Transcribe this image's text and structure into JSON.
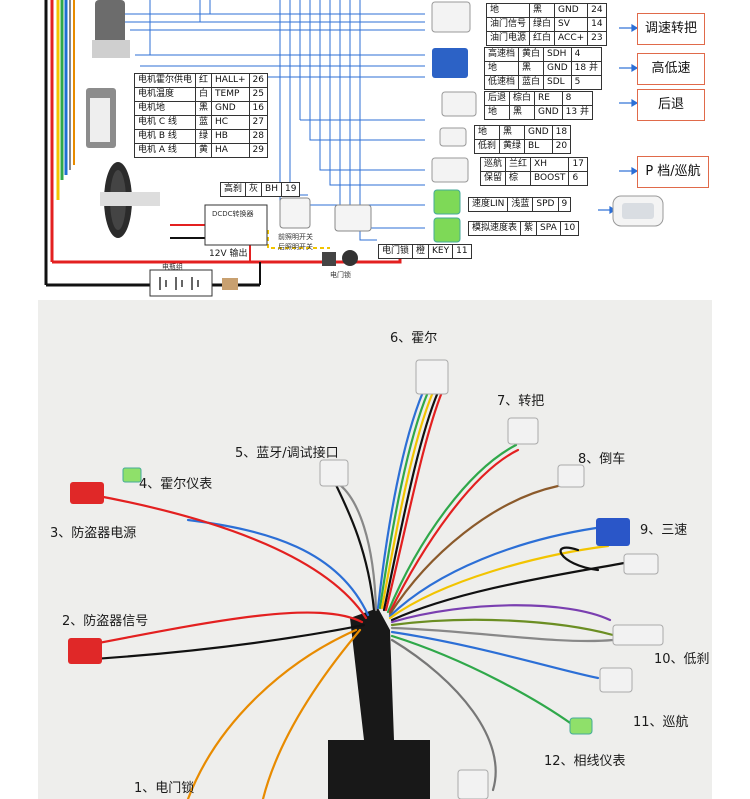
{
  "motor_table": [
    {
      "name": "电机霍尔供电",
      "color": "红",
      "signal": "HALL+",
      "pin": "26"
    },
    {
      "name": "电机温度",
      "color": "白",
      "signal": "TEMP",
      "pin": "25"
    },
    {
      "name": "电机地",
      "color": "黑",
      "signal": "GND",
      "pin": "16"
    },
    {
      "name": "电机 C 线",
      "color": "蓝",
      "signal": "HC",
      "pin": "27"
    },
    {
      "name": "电机 B 线",
      "color": "绿",
      "signal": "HB",
      "pin": "28"
    },
    {
      "name": "电机 A 线",
      "color": "黄",
      "signal": "HA",
      "pin": "29"
    }
  ],
  "brake_row": {
    "name": "高刹",
    "color": "灰",
    "signal": "BH",
    "pin": "19"
  },
  "key_row": {
    "name": "电门锁",
    "color": "橙",
    "signal": "KEY",
    "pin": "11"
  },
  "throttle_table": [
    {
      "name": "地",
      "color": "黑",
      "signal": "GND",
      "pin": "24"
    },
    {
      "name": "油门信号",
      "color": "绿白",
      "signal": "SV",
      "pin": "14"
    },
    {
      "name": "油门电源",
      "color": "红白",
      "signal": "ACC+",
      "pin": "23"
    }
  ],
  "speed_table": [
    {
      "name": "高速档",
      "color": "黄白",
      "signal": "SDH",
      "pin": "4"
    },
    {
      "name": "地",
      "color": "黑",
      "signal": "GND",
      "pin": "18 并"
    },
    {
      "name": "低速档",
      "color": "蓝白",
      "signal": "SDL",
      "pin": "5"
    }
  ],
  "reverse_table": [
    {
      "name": "后退",
      "color": "棕白",
      "signal": "RE",
      "pin": "8"
    },
    {
      "name": "地",
      "color": "黑",
      "signal": "GND",
      "pin": "13 并"
    }
  ],
  "lowbrake_table": [
    {
      "name": "地",
      "color": "黑",
      "signal": "GND",
      "pin": "18"
    },
    {
      "name": "低刹",
      "color": "黄绿",
      "signal": "BL",
      "pin": "20"
    }
  ],
  "cruise_table": [
    {
      "name": "巡航",
      "color": "兰红",
      "signal": "XH",
      "pin": "17"
    },
    {
      "name": "保留",
      "color": "棕",
      "signal": "BOOST",
      "pin": "6"
    }
  ],
  "speed_lin_row": {
    "name": "速度LIN",
    "color": "浅蓝",
    "signal": "SPD",
    "pin": "9"
  },
  "analog_speed_row": {
    "name": "模拟速度表",
    "color": "紫",
    "signal": "SPA",
    "pin": "10"
  },
  "categories": {
    "throttle": "调速转把",
    "speed": "高低速",
    "reverse": "后退",
    "cruise": "P 档/巡航"
  },
  "top_small": {
    "converter": "DCDC转换器",
    "out12v": "12V 输出",
    "battery": "电瓶组",
    "keylock": "电门锁",
    "switch_a": "前照明开关",
    "switch_b": "后照明开关"
  },
  "photo_labels": {
    "l1": "1、电门锁",
    "l2": "2、防盗器信号",
    "l3": "3、防盗器电源",
    "l4": "4、霍尔仪表",
    "l5": "5、蓝牙/调试接口",
    "l6": "6、霍尔",
    "l7": "7、转把",
    "l8": "8、倒车",
    "l9": "9、三速",
    "l10": "10、低刹",
    "l11": "11、巡航",
    "l12": "12、相线仪表"
  },
  "colors": {
    "red": "#e32020",
    "blue": "#2c6fd6",
    "black": "#111111",
    "accent": "#e06a4a",
    "cyan_text": "#19a7e0"
  }
}
